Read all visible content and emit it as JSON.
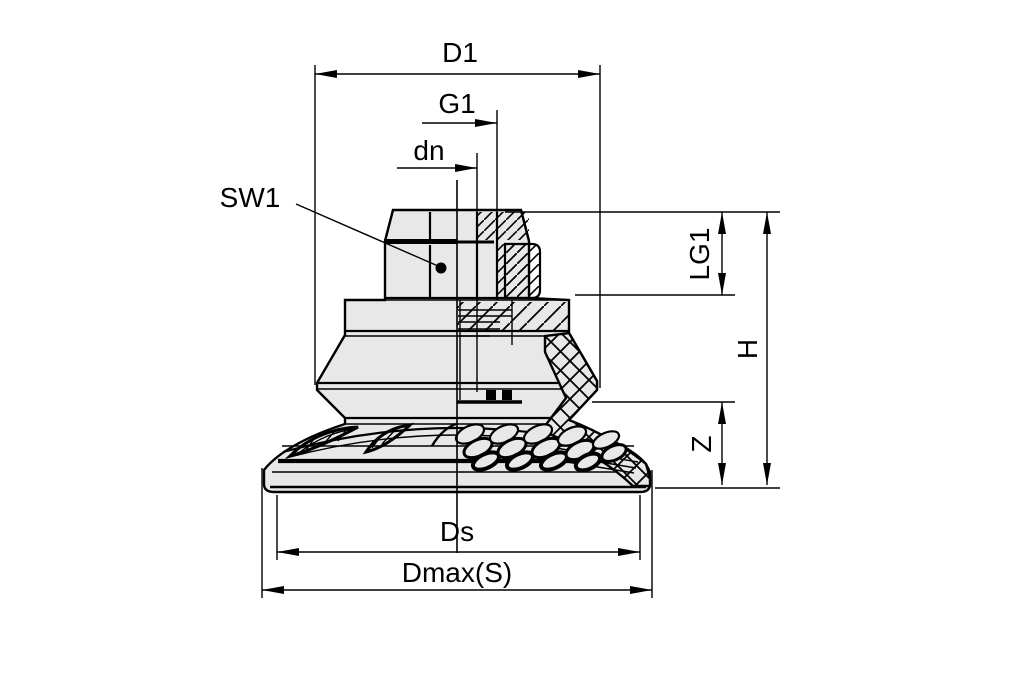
{
  "drawing": {
    "type": "technical dimensional drawing",
    "subject": "bellows suction cup with threaded fitting, half-section view",
    "background": "#ffffff",
    "line_color": "#000000",
    "part_fill": "#e8e8e8",
    "labels": {
      "d1": "D1",
      "g1": "G1",
      "dn": "dn",
      "sw1": "SW1",
      "lg1": "LG1",
      "h": "H",
      "z": "Z",
      "ds": "Ds",
      "dmax_s": "Dmax(S)"
    }
  }
}
